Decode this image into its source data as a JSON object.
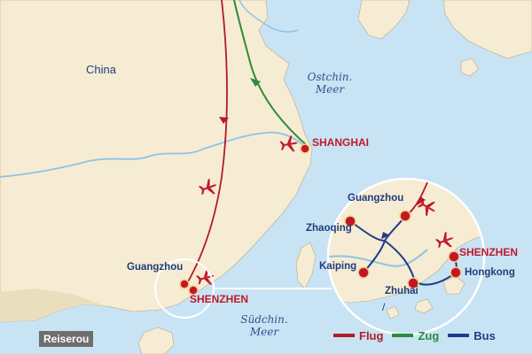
{
  "map": {
    "country": "China",
    "sea_east": "Ostchin. Meer",
    "sea_south": "Südchin. Meer",
    "route_label": "Reiserou"
  },
  "main_map": {
    "cities": [
      {
        "name": "SHANGHAI",
        "style": "red"
      },
      {
        "name": "Guangzhou",
        "style": "blue"
      },
      {
        "name": "SHENZHEN",
        "style": "red"
      }
    ]
  },
  "inset": {
    "cities": [
      {
        "name": "Guangzhou",
        "style": "blue"
      },
      {
        "name": "Zhaoqing",
        "style": "blue"
      },
      {
        "name": "Kaiping",
        "style": "blue"
      },
      {
        "name": "Zhuhai",
        "style": "blue"
      },
      {
        "name": "Hongkong",
        "style": "blue"
      },
      {
        "name": "SHENZHEN",
        "style": "red"
      }
    ],
    "stray_mark": "/"
  },
  "legend": [
    {
      "label": "Flug",
      "color": "#b31b2a"
    },
    {
      "label": "Zug",
      "color": "#2e8b3a"
    },
    {
      "label": "Bus",
      "color": "#1f3c8c"
    }
  ],
  "colors": {
    "sea": "#c8e4f4",
    "land": "#f6ecd3",
    "land_south": "#e9dfbf",
    "city_red": "#c0182a",
    "city_blue": "#1f3c7c"
  }
}
